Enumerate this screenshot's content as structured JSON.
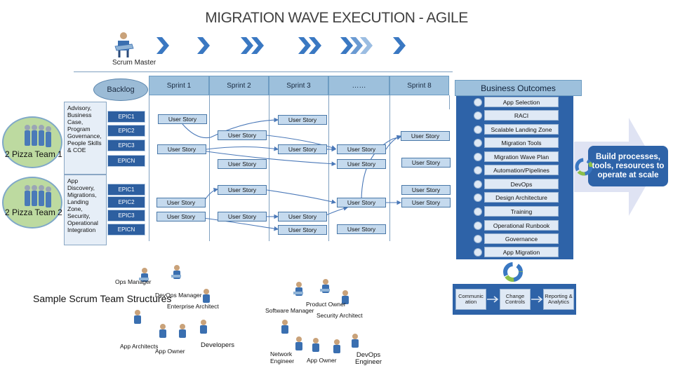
{
  "title": "MIGRATION WAVE EXECUTION - AGILE",
  "scrum_master": "Scrum Master",
  "backlog": "Backlog",
  "sprints": [
    "Sprint 1",
    "Sprint 2",
    "Sprint 3",
    "……",
    "Sprint 8"
  ],
  "teams": [
    {
      "label": "2 Pizza Team 1",
      "description": "Advisory, Business Case, Program Governance, People Skills & COE",
      "epics": [
        "EPIC1",
        "EPIC2",
        "EPIC3",
        "EPICN"
      ]
    },
    {
      "label": "2 Pizza Team 2",
      "description": "App Discovery, Migrations, Landing Zone, Security, Operational Integration",
      "epics": [
        "EPIC1",
        "EPIC2",
        "EPIC3",
        "EPICN"
      ]
    }
  ],
  "user_story_label": "User Story",
  "business_outcomes": {
    "title": "Business Outcomes",
    "items": [
      "App Selection",
      "RACI",
      "Scalable Landing Zone",
      "Migration Tools",
      "Migration Wave Plan",
      "Automation/Pipelines",
      "DevOps",
      "Design Architecture",
      "Training",
      "Operational Runbook",
      "Governance",
      "App Migration"
    ]
  },
  "build_text": "Build processes, tools, resources to operate at scale",
  "process_steps": [
    "Communic ation",
    "Change Controls",
    "Reporting & Analytics"
  ],
  "sample_title": "Sample Scrum Team Structures",
  "roles_left": [
    "Ops Manager",
    "DevOps Manager",
    "Enterprise Architect",
    "App Architects",
    "App Owner",
    "Developers"
  ],
  "roles_right": [
    "Product Owner",
    "Software Manager",
    "Security Architect",
    "Network Engineer",
    "App Owner",
    "DevOps Engineer"
  ],
  "colors": {
    "dark_blue": "#2e63a8",
    "light_blue": "#9dc0dc",
    "team_green": "#bddaa0"
  }
}
